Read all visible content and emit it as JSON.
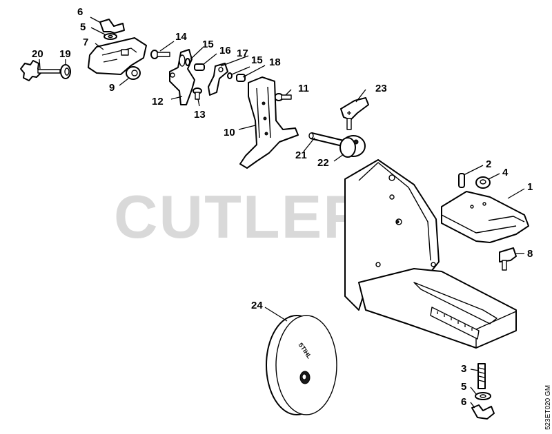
{
  "watermark": "CUTLER'S",
  "drawing_code": "523ET020 GM",
  "wheel_brand": "STIHL",
  "part_labels": {
    "p1": "1",
    "p2": "2",
    "p3": "3",
    "p4": "4",
    "p5a": "5",
    "p5b": "5",
    "p6a": "6",
    "p6b": "6",
    "p7": "7",
    "p8": "8",
    "p9": "9",
    "p10": "10",
    "p11": "11",
    "p12": "12",
    "p13": "13",
    "p14": "14",
    "p15a": "15",
    "p15b": "15",
    "p16": "16",
    "p17": "17",
    "p18": "18",
    "p19": "19",
    "p20": "20",
    "p21": "21",
    "p22": "22",
    "p23": "23",
    "p24": "24"
  }
}
